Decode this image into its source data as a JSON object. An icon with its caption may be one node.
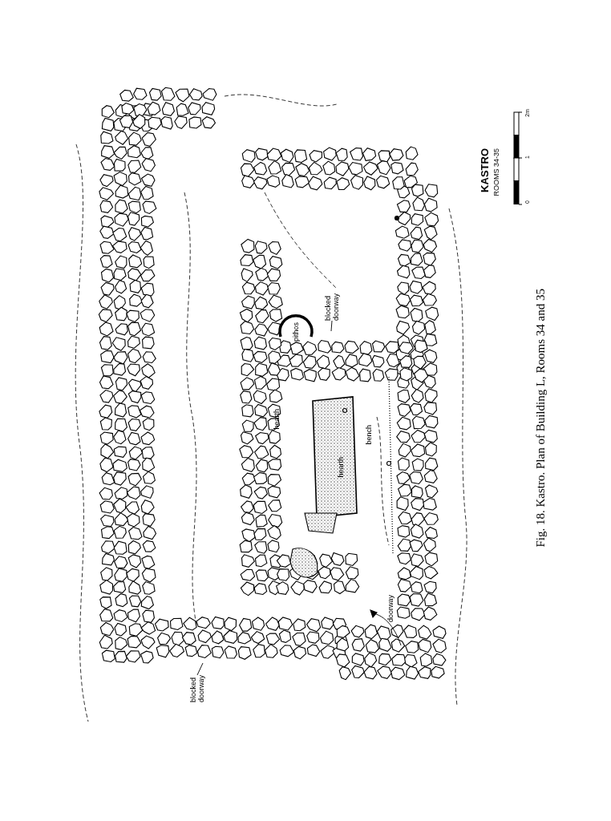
{
  "diagram": {
    "caption": "Fig. 18. Kastro. Plan of Building L, Rooms 34 and 35",
    "nodes": [
      {
        "text": [
          "blocked doorway"
        ]
      },
      {
        "text": [
          "blocked doorway"
        ]
      }
    ],
    "edges": [
      {
        "from": 0,
        "to": null,
        "arrow": "none"
      },
      {
        "from": 1,
        "to": null,
        "arrow": "none"
      }
    ],
    "labels": [
      "KASTRO",
      "ROOMS 34-35",
      "0",
      "1",
      "2m",
      "pithos",
      "hearth",
      "bench",
      "hearth",
      "doorway"
    ]
  }
}
